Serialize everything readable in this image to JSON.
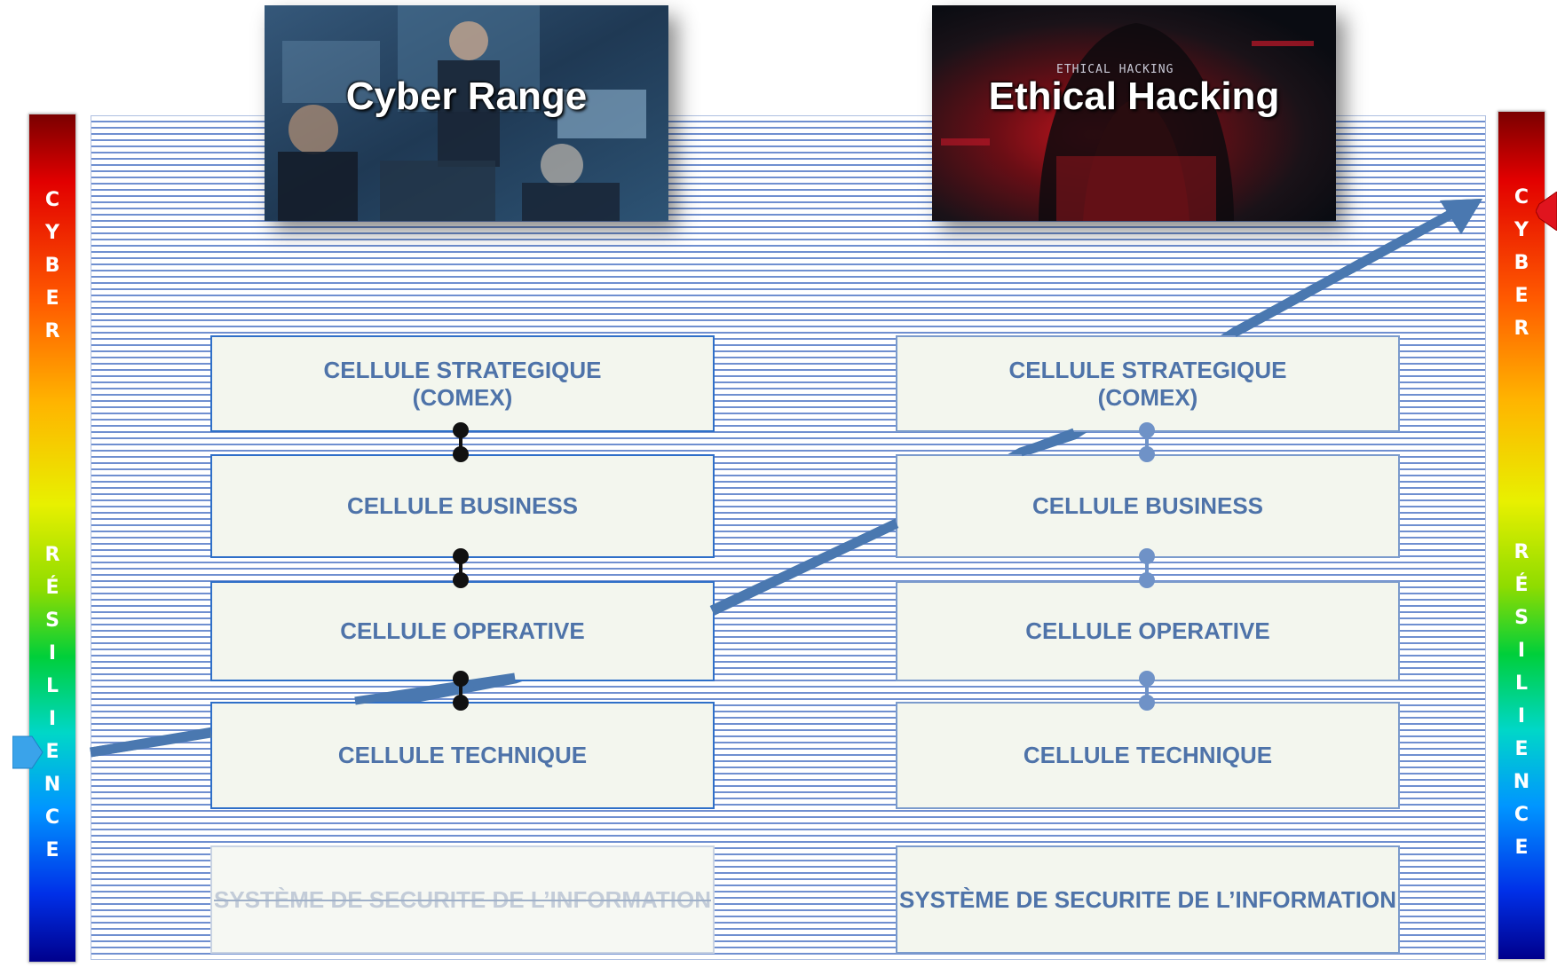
{
  "gauge": {
    "word_top": "CYBER",
    "word_bottom": "RÉSILIENCE"
  },
  "images": {
    "left_title": "Cyber Range",
    "right_title": "Ethical Hacking",
    "right_inner_text": "ETHICAL HACKING"
  },
  "left_column": {
    "strategic": "CELLULE STRATEGIQUE\n(COMEX)",
    "business": "CELLULE BUSINESS",
    "operative": "CELLULE OPERATIVE",
    "technical": "CELLULE TECHNIQUE",
    "security": "SYSTÈME DE SECURITE DE L’INFORMATION"
  },
  "right_column": {
    "strategic": "CELLULE STRATEGIQUE\n(COMEX)",
    "business": "CELLULE BUSINESS",
    "operative": "CELLULE OPERATIVE",
    "technical": "CELLULE TECHNIQUE",
    "security": "SYSTÈME DE SECURITE DE L’INFORMATION"
  },
  "colors": {
    "arrow": "#4a78b0",
    "cell_border": "#2f6fc8",
    "cell_text": "#4e73a9",
    "stripe": "#6f8fd0",
    "connector_left": "#111111",
    "connector_right": "#6f92c7"
  }
}
